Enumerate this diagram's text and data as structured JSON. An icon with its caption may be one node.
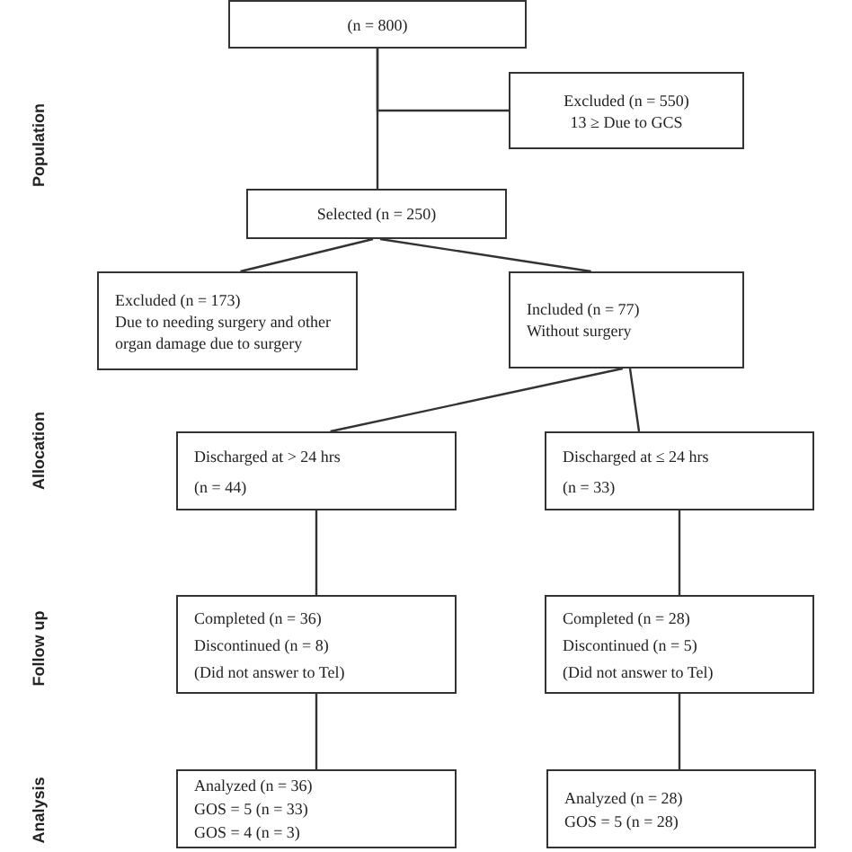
{
  "diagram": {
    "nodes": [
      {
        "text": [
          "(n = 800)"
        ]
      },
      {
        "text": [
          "Excluded (n = 550)",
          "13 ≥ Due to GCS"
        ]
      },
      {
        "text": [
          "Selected (n = 250)"
        ]
      },
      {
        "text": [
          "Excluded (n = 173)",
          "Due to needing surgery and other organ damage due to surgery"
        ]
      },
      {
        "text": [
          "Included (n = 77)",
          "Without surgery"
        ]
      },
      {
        "text": [
          "Discharged at > 24 hrs",
          "(n = 44)"
        ]
      },
      {
        "text": [
          "Discharged at ≤ 24 hrs",
          "(n = 33)"
        ]
      },
      {
        "text": [
          "Completed (n = 36)",
          "Discontinued (n = 8)",
          "(Did not answer to Tel)"
        ]
      },
      {
        "text": [
          "Completed (n = 28)",
          "Discontinued (n = 5)",
          "(Did not answer to Tel)"
        ]
      },
      {
        "text": [
          "Analyzed (n = 36)",
          "GOS = 5 (n = 33)",
          "GOS = 4 (n = 3)"
        ]
      },
      {
        "text": [
          "Analyzed (n = 28)",
          "GOS = 5 (n = 28)"
        ]
      }
    ],
    "edges": [
      {
        "from": 0,
        "to": 2,
        "arrow": "none"
      },
      {
        "from": 0,
        "to": 1,
        "arrow": "none"
      },
      {
        "from": 2,
        "to": 3,
        "arrow": "none"
      },
      {
        "from": 2,
        "to": 4,
        "arrow": "none"
      },
      {
        "from": 4,
        "to": 5,
        "arrow": "none"
      },
      {
        "from": 4,
        "to": 6,
        "arrow": "none"
      },
      {
        "from": 5,
        "to": 7,
        "arrow": "none"
      },
      {
        "from": 6,
        "to": 8,
        "arrow": "none"
      },
      {
        "from": 7,
        "to": 9,
        "arrow": "none"
      },
      {
        "from": 8,
        "to": 10,
        "arrow": "none"
      }
    ],
    "labels": [
      "Population",
      "Allocation",
      "Follow up",
      "Analysis"
    ]
  }
}
